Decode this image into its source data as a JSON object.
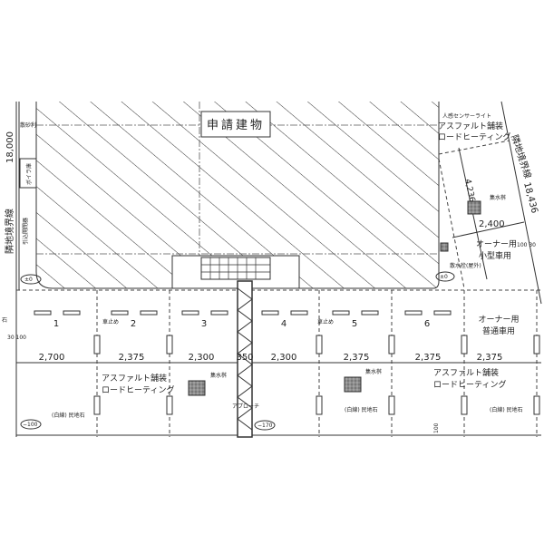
{
  "building": {
    "title": "申請建物"
  },
  "left": {
    "boundary": "隣地境界線",
    "length": "18,000",
    "gravel": "散砂利",
    "storage": "ボイラ庫",
    "switch": "引込開閉器",
    "stone": "石",
    "offset": "30 100",
    "level_top": "±0",
    "level_bottom": "−100"
  },
  "right": {
    "sensor_light": "人感センサーライト",
    "paving1": "アスファルト舗装",
    "paving2": "ロードヒーティング",
    "boundary": "隣地境界線",
    "length": "18,436",
    "depth": "4,236",
    "catch_basin": "集水桝",
    "width": "2,400",
    "owner1": "オーナー用",
    "owner2": "小型車用",
    "offset": "100 30",
    "faucet": "散水栓(屋外)",
    "level": "±0"
  },
  "spaces": [
    {
      "label": "1",
      "width": "2,700"
    },
    {
      "label": "2",
      "width": "2,375"
    },
    {
      "label": "3",
      "width": "2,300"
    },
    {
      "label": "4",
      "width": "2,300"
    },
    {
      "label": "5",
      "width": "2,375"
    },
    {
      "label": "6",
      "width": "2,375"
    },
    {
      "label": "オーナー用",
      "label2": "普通車用",
      "width": "2,375"
    }
  ],
  "approach": {
    "width": "350",
    "label": "アプローチ",
    "level": "−170"
  },
  "wheel_stop": "車止め",
  "paving_a": {
    "l1": "アスファルト舗装",
    "l2": "ロードヒーティング"
  },
  "paving_b": {
    "l1": "アスファルト舗装",
    "l2": "ロードヒーティング"
  },
  "catch_basin": "集水桝",
  "curb": "(白線) 民地石",
  "bottom_offset": "100"
}
